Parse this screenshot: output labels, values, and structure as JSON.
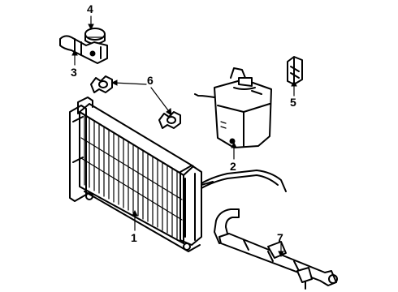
{
  "callouts": [
    {
      "id": "c1",
      "label": "1",
      "part": "radiator"
    },
    {
      "id": "c2",
      "label": "2",
      "part": "reservoir"
    },
    {
      "id": "c3",
      "label": "3",
      "part": "upper-hose"
    },
    {
      "id": "c4",
      "label": "4",
      "part": "radiator-cap"
    },
    {
      "id": "c5",
      "label": "5",
      "part": "bracket"
    },
    {
      "id": "c6",
      "label": "6",
      "part": "mount-brackets"
    },
    {
      "id": "c7",
      "label": "7",
      "part": "lower-hose"
    }
  ]
}
